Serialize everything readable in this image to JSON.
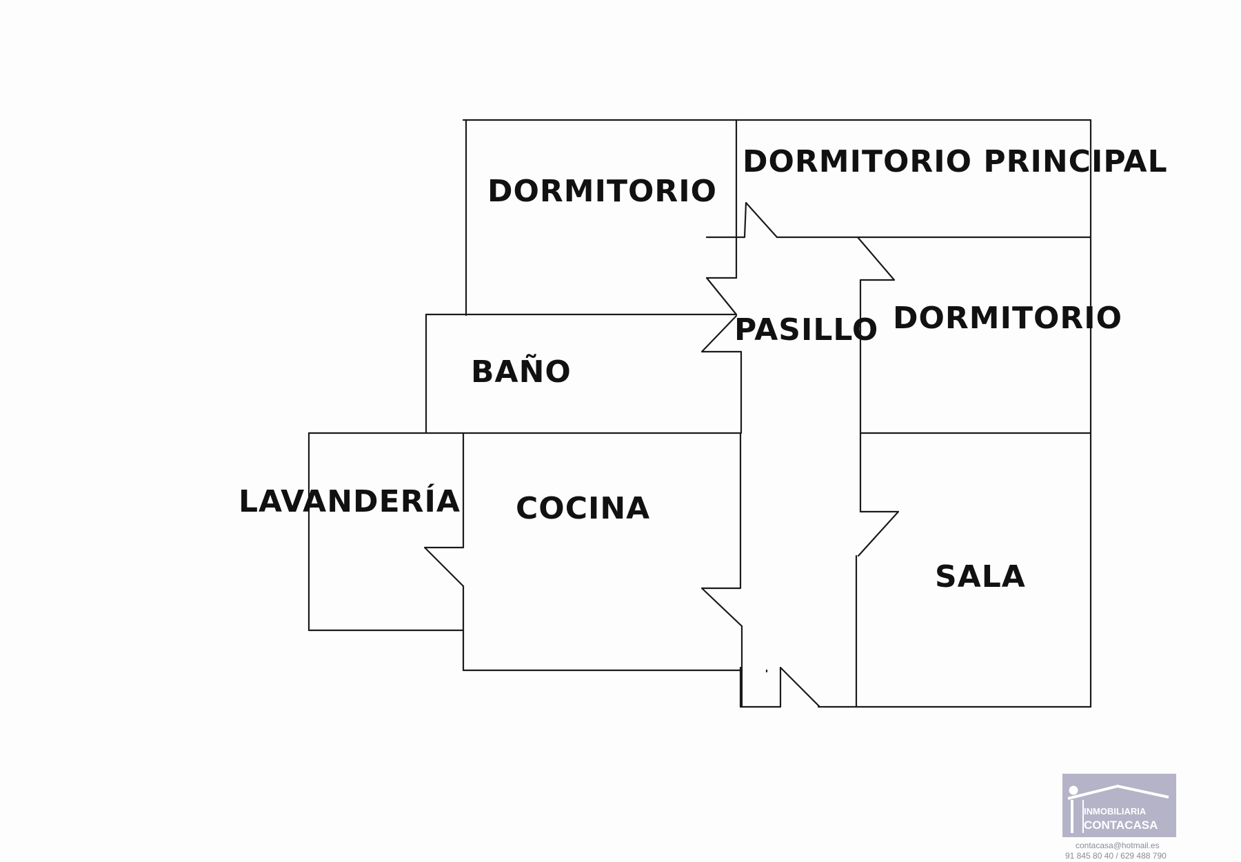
{
  "rooms": {
    "dormitorio_1": "DORMITORIO",
    "dormitorio_principal": "DORMITORIO PRINCIPAL",
    "pasillo": "PASILLO",
    "dormitorio_2": "DORMITORIO",
    "bano": "BAÑO",
    "lavanderia": "LAVANDERÍA",
    "cocina": "COCINA",
    "sala": "SALA"
  },
  "logo": {
    "line1": "INMOBILIARIA",
    "line2": "CONTACASA",
    "background_color": "#b4b3c7"
  },
  "contact": {
    "email": "contacasa@hotmail.es",
    "phones": "91 845 80 40 / 629 488 790"
  }
}
